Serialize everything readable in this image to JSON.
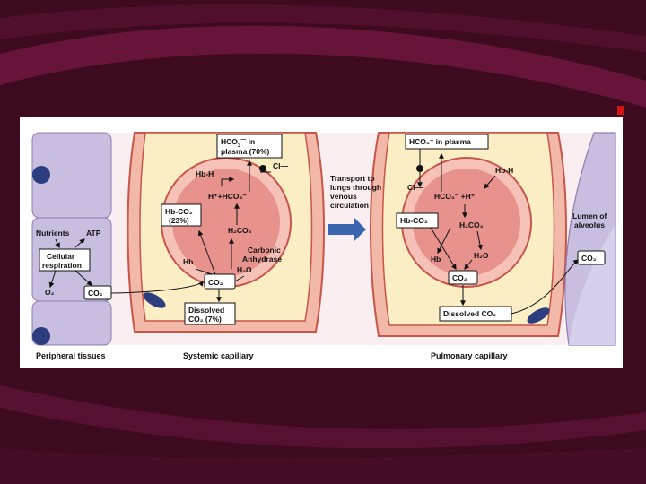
{
  "colors": {
    "slide_background": "#3d0a1f",
    "swoosh": "#7a1a45",
    "figure_background": "#ffffff",
    "plasma": "#fbeec5",
    "vessel_wall": "#f2b8a8",
    "red_cell": "#e8928e",
    "tissue_cells": "#c9bee0",
    "nucleus": "#2c3d80",
    "arrow_blue": "#3a66b0"
  },
  "systemic": {
    "hco3_box": {
      "line1_pre": "HCO",
      "sub": "3",
      "sup": "—",
      "line1_post": " in",
      "line2": "plasma (70%)"
    },
    "cl": "Cl—",
    "hbh": "Hb-H",
    "h_hco3": "H⁺+HCO₃⁻",
    "hbco2_box": {
      "line1": "Hb-CO₂",
      "line2": "(23%)"
    },
    "h2co3": "H₂CO₃",
    "carbonic": "Carbonic",
    "anhydrase": "Anhydrase",
    "h2o": "H₂O",
    "hb": "Hb",
    "co2": "CO₂",
    "dissolved_box": {
      "line1": "Dissolved",
      "line2": "CO₂ (7%)"
    }
  },
  "tissue": {
    "nutrients": "Nutrients",
    "atp": "ATP",
    "cellular_box": {
      "line1": "Cellular",
      "line2": "respiration"
    },
    "o2": "O₂",
    "co2": "CO₂"
  },
  "transport": {
    "line1": "Transport to",
    "line2": "lungs through",
    "line3": "venous",
    "line4": "circulation"
  },
  "pulmonary": {
    "hco3_box": "HCO₃⁻ in plasma",
    "cl": "Cl—",
    "hbh": "Hb-H",
    "hco3_h": "HCO₃⁻ +H⁺",
    "hbco2_box": "Hb-CO₂",
    "h2co3": "H₂CO₃",
    "hb": "Hb",
    "h2o": "H₂O",
    "co2": "CO₂",
    "dissolved_box": "Dissolved CO₂"
  },
  "alveolus": {
    "line1": "Lumen of",
    "line2": "alveolus",
    "co2": "CO₂"
  },
  "captions": {
    "peripheral": "Peripheral tissues",
    "systemic": "Systemic capillary",
    "pulmonary": "Pulmonary capillary"
  }
}
